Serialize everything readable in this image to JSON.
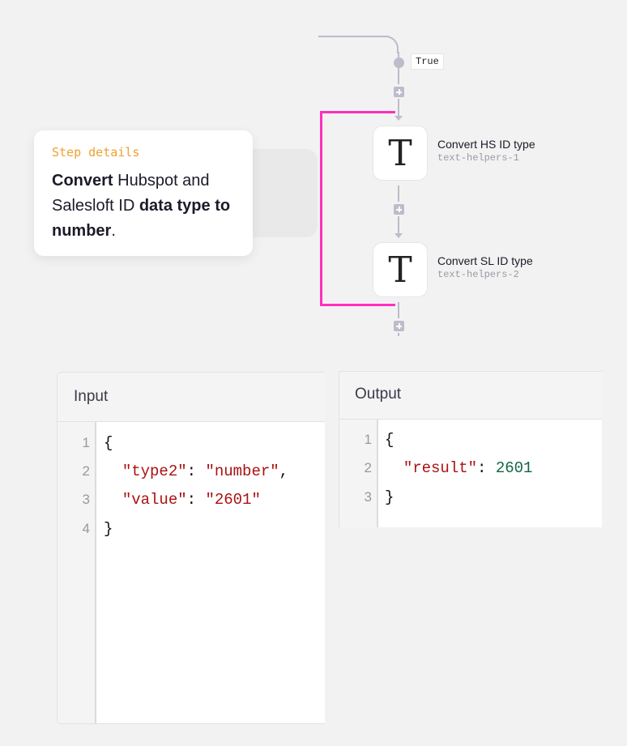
{
  "flow": {
    "branch_label": "True",
    "branch_color": "#bcbccb",
    "highlight_color": "#ff2fbd",
    "steps": [
      {
        "icon": "T",
        "title": "Convert HS ID type",
        "subtitle": "text-helpers-1"
      },
      {
        "icon": "T",
        "title": "Convert SL ID type",
        "subtitle": "text-helpers-2"
      }
    ]
  },
  "step_details": {
    "label": "Step details",
    "parts": [
      {
        "text": "Convert",
        "bold": true
      },
      {
        "text": " Hubspot and Salesloft ID ",
        "bold": false
      },
      {
        "text": "data type to number",
        "bold": true
      },
      {
        "text": ".",
        "bold": false
      }
    ]
  },
  "input_panel": {
    "title": "Input",
    "line_numbers": [
      "1",
      "2",
      "3",
      "4"
    ],
    "lines": {
      "l1": "{",
      "l2_key": "\"type2\"",
      "l2_sep": ": ",
      "l2_val": "\"number\"",
      "l2_end": ",",
      "l3_key": "\"value\"",
      "l3_sep": ": ",
      "l3_val": "\"2601\"",
      "l4": "}"
    }
  },
  "output_panel": {
    "title": "Output",
    "line_numbers": [
      "1",
      "2",
      "3"
    ],
    "lines": {
      "l1": "{",
      "l2_key": "\"result\"",
      "l2_sep": ": ",
      "l2_val": "2601",
      "l3": "}"
    }
  }
}
